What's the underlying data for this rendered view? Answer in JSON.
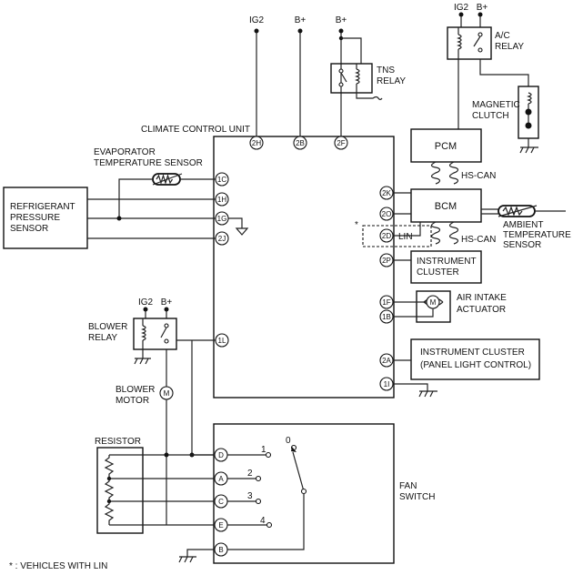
{
  "supply": {
    "ig2_unit": "IG2",
    "bplus_unit": "B+",
    "bplus_tns": "B+",
    "ig2_ac": "IG2",
    "bplus_ac": "B+",
    "ig2_blower": "IG2",
    "bplus_blower": "B+"
  },
  "tns_relay": {
    "line1": "TNS",
    "line2": "RELAY"
  },
  "ac_relay": {
    "line1": "A/C",
    "line2": "RELAY"
  },
  "magnetic_clutch": {
    "line1": "MAGNETIC",
    "line2": "CLUTCH"
  },
  "climate_unit": {
    "title": "CLIMATE CONTROL UNIT",
    "pins": {
      "p2H": "2H",
      "p2B": "2B",
      "p2F": "2F",
      "p1C": "1C",
      "p1H": "1H",
      "p1G": "1G",
      "p2J": "2J",
      "p1L": "1L",
      "p2K": "2K",
      "p2O": "2O",
      "p2D": "2D",
      "p2P": "2P",
      "p1F": "1F",
      "p1B": "1B",
      "p2A": "2A",
      "p1I": "1I"
    }
  },
  "evaporator_sensor": {
    "line1": "EVAPORATOR",
    "line2": "TEMPERATURE SENSOR"
  },
  "refrigerant_sensor": {
    "line1": "REFRIGERANT",
    "line2": "PRESSURE",
    "line3": "SENSOR"
  },
  "pcm": {
    "label": "PCM"
  },
  "bcm": {
    "label": "BCM"
  },
  "hs_can_upper": "HS-CAN",
  "hs_can_lower": "HS-CAN",
  "lin": {
    "label": "LIN",
    "asterisk": "*"
  },
  "ambient_sensor": {
    "line1": "AMBIENT",
    "line2": "TEMPERATURE",
    "line3": "SENSOR"
  },
  "instrument_cluster": {
    "line1": "INSTRUMENT",
    "line2": "CLUSTER"
  },
  "air_intake_actuator": {
    "line1": "AIR INTAKE",
    "line2": "ACTUATOR",
    "motor_symbol": "M"
  },
  "instrument_cluster_panel": {
    "line1": "INSTRUMENT CLUSTER",
    "line2": "(PANEL LIGHT CONTROL)"
  },
  "blower_relay": {
    "line1": "BLOWER",
    "line2": "RELAY"
  },
  "blower_motor": {
    "line1": "BLOWER",
    "line2": "MOTOR",
    "motor_symbol": "M"
  },
  "resistor": {
    "label": "RESISTOR"
  },
  "fan_switch": {
    "line1": "FAN",
    "line2": "SWITCH",
    "pins": {
      "D": "D",
      "A": "A",
      "C": "C",
      "E": "E",
      "B": "B"
    },
    "positions": {
      "p0": "0",
      "p1": "1",
      "p2": "2",
      "p3": "3",
      "p4": "4"
    }
  },
  "footnote": "* : VEHICLES WITH LIN"
}
